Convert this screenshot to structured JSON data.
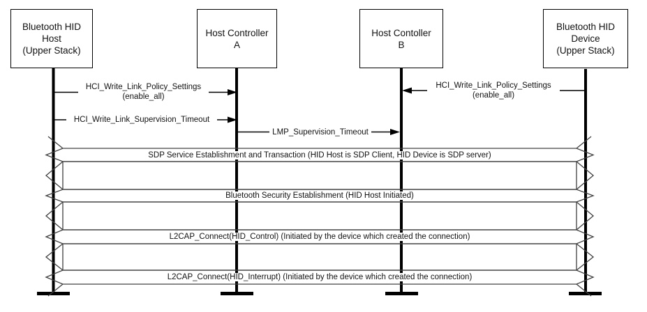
{
  "actors": [
    {
      "id": "hid-host",
      "lines": [
        "Bluetooth HID",
        "Host",
        "(Upper Stack)"
      ]
    },
    {
      "id": "host-controller-a",
      "lines": [
        "Host Controller",
        "A"
      ]
    },
    {
      "id": "host-controller-b",
      "lines": [
        "Host Contoller",
        "B"
      ]
    },
    {
      "id": "hid-device",
      "lines": [
        "Bluetooth HID",
        "Device",
        "(Upper Stack)"
      ]
    }
  ],
  "messages": [
    {
      "label": "HCI_Write_Link_Policy_Settings",
      "sublabel": "(enable_all)",
      "from": "Bluetooth HID Host",
      "to": "Host Controller A",
      "direction": "right"
    },
    {
      "label": "HCI_Write_Link_Supervision_Timeout",
      "from": "Bluetooth HID Host",
      "to": "Host Controller A",
      "direction": "right"
    },
    {
      "label": "LMP_Supervision_Timeout",
      "from": "Host Controller A",
      "to": "Host Contoller B",
      "direction": "right"
    },
    {
      "label": "HCI_Write_Link_Policy_Settings",
      "sublabel": "(enable_all)",
      "from": "Bluetooth HID Device",
      "to": "Host Contoller B",
      "direction": "left"
    }
  ],
  "bands": [
    {
      "label": "SDP Service Establishment and Transaction  (HID Host is SDP Client, HID Device is SDP server)"
    },
    {
      "label": "Bluetooth Security Establishment (HID Host Initiated)"
    },
    {
      "label": "L2CAP_Connect(HID_Control) (Initiated by the device which created the connection)"
    },
    {
      "label": "L2CAP_Connect(HID_Interrupt) (Initiated by the device which created the connection)"
    }
  ],
  "colors": {
    "line": "#000000",
    "band_outline": "#404040",
    "background": "#ffffff"
  }
}
